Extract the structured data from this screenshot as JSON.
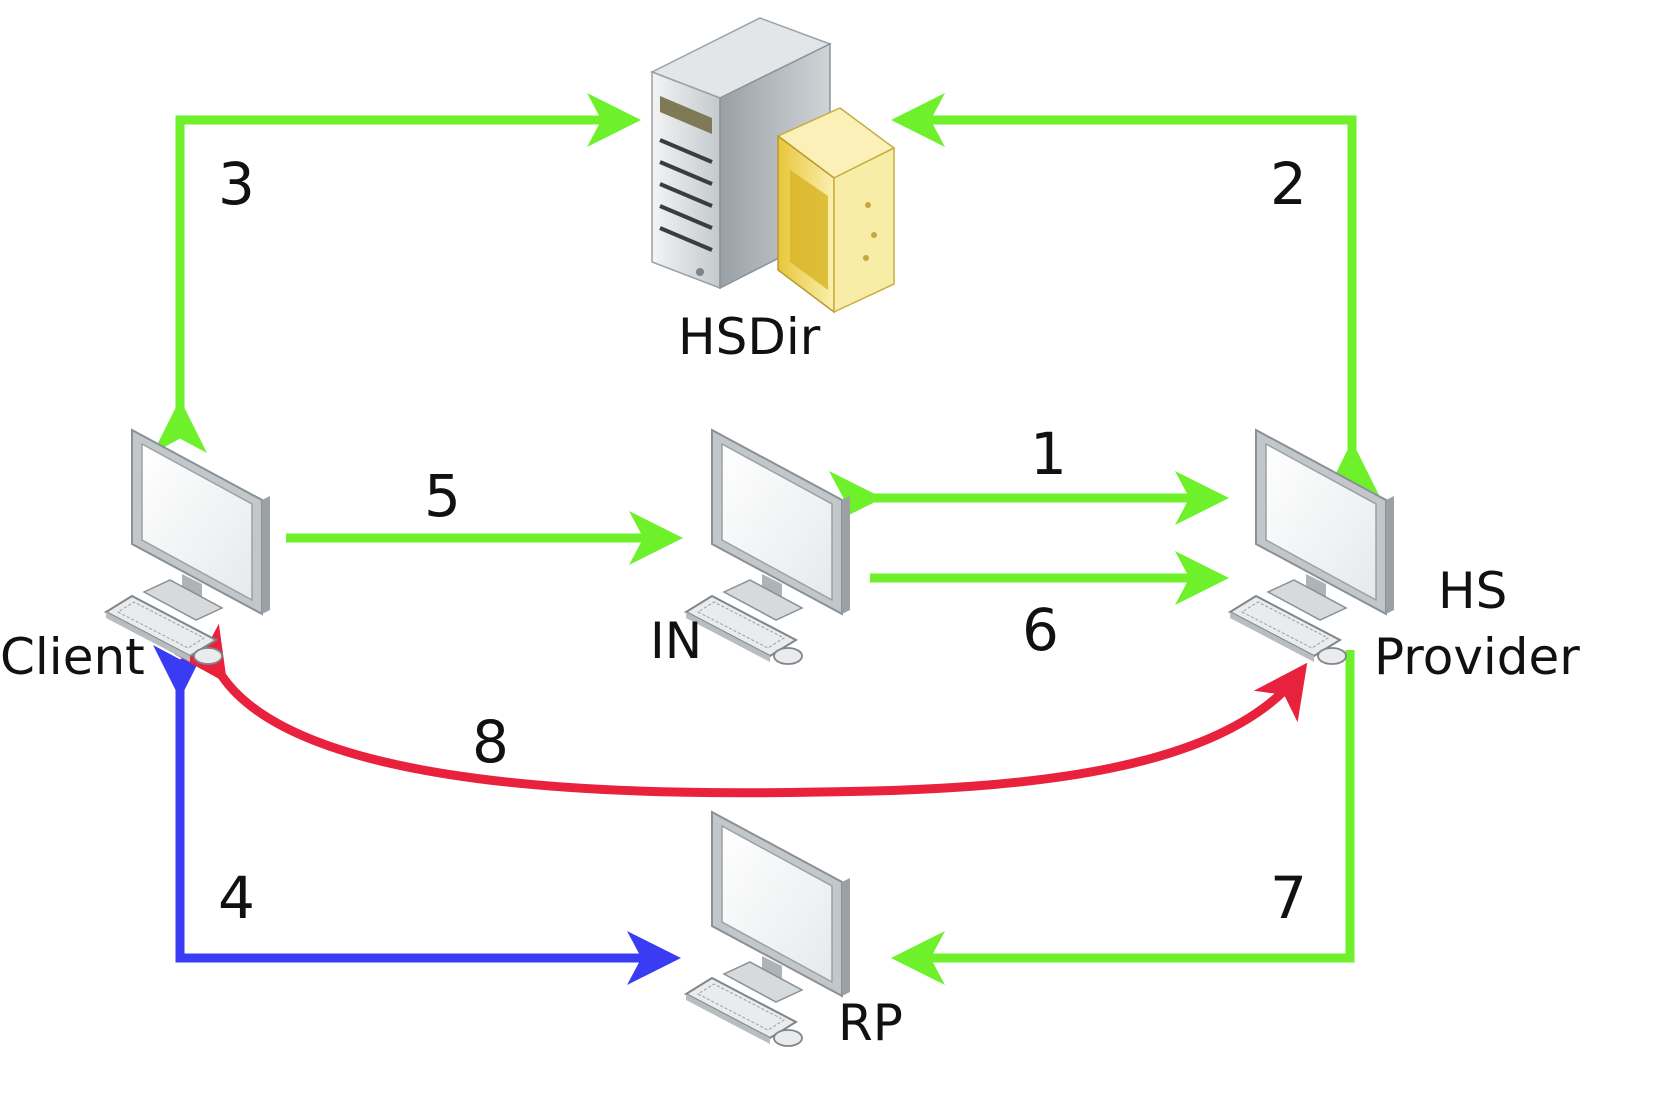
{
  "colors": {
    "green": "#6ef02a",
    "red": "#e8223c",
    "blue": "#3a3cf4"
  },
  "nodes": {
    "hsdir": {
      "label": "HSDir",
      "icon": "server-icon"
    },
    "client": {
      "label": "Client",
      "icon": "computer-icon"
    },
    "in": {
      "label": "IN",
      "icon": "computer-icon"
    },
    "hs_provider": {
      "label_line1": "HS",
      "label_line2": "Provider",
      "icon": "computer-icon"
    },
    "rp": {
      "label": "RP",
      "icon": "computer-icon"
    }
  },
  "steps": [
    {
      "num": "1",
      "from": "IN",
      "to": "HS Provider",
      "color": "green",
      "bidirectional": true
    },
    {
      "num": "2",
      "from": "HS Provider",
      "to": "HSDir",
      "color": "green",
      "bidirectional": true
    },
    {
      "num": "3",
      "from": "Client",
      "to": "HSDir",
      "color": "green",
      "bidirectional": true
    },
    {
      "num": "4",
      "from": "Client",
      "to": "RP",
      "color": "blue",
      "bidirectional": true
    },
    {
      "num": "5",
      "from": "Client",
      "to": "IN",
      "color": "green",
      "bidirectional": false
    },
    {
      "num": "6",
      "from": "IN",
      "to": "HS Provider",
      "color": "green",
      "bidirectional": false
    },
    {
      "num": "7",
      "from": "HS Provider",
      "to": "RP",
      "color": "green",
      "bidirectional": false
    },
    {
      "num": "8",
      "from": "Client",
      "to": "HS Provider",
      "color": "red",
      "bidirectional": true
    }
  ]
}
